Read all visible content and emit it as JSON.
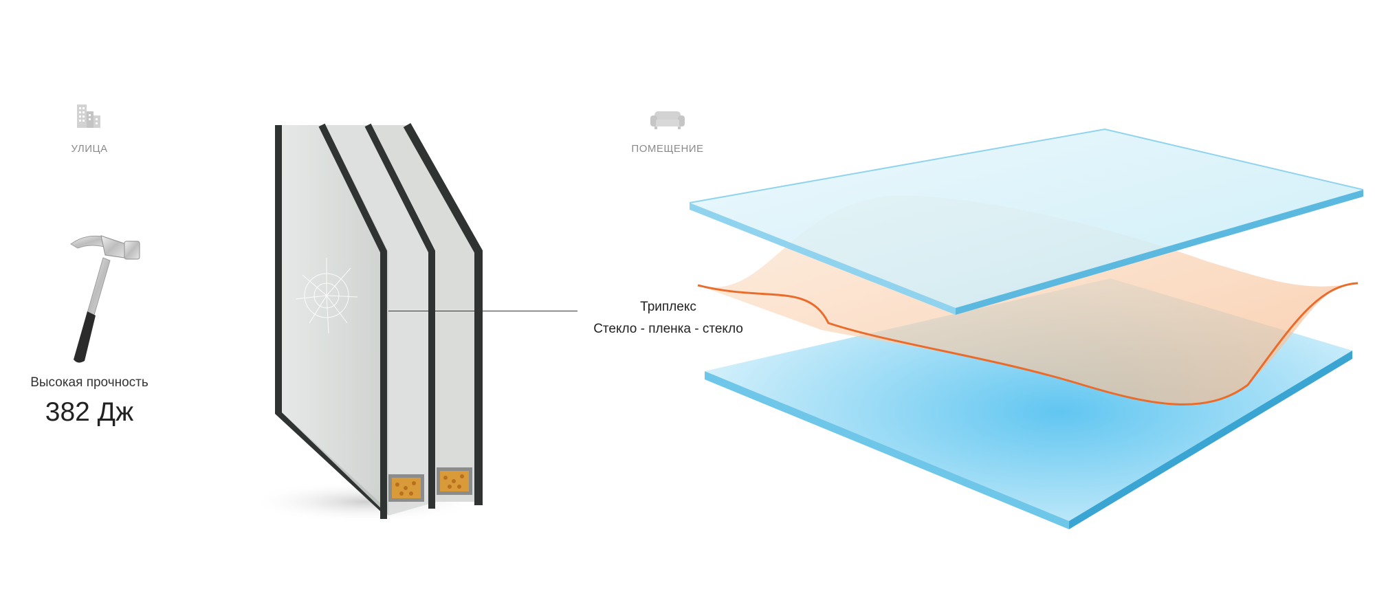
{
  "outside": {
    "icon": "building-icon",
    "label": "УЛИЦА"
  },
  "inside": {
    "icon": "sofa-icon",
    "label": "ПОМЕЩЕНИЕ"
  },
  "strength": {
    "icon": "hammer-icon",
    "label": "Высокая прочность",
    "value": "382 Дж"
  },
  "triplex": {
    "title": "Триплекс",
    "subtitle": "Стекло - пленка - стекло"
  },
  "colors": {
    "glass": "#bfe9f7",
    "glass_edge": "#55b6de",
    "film": "#f08040",
    "frame": "#2f3331"
  }
}
